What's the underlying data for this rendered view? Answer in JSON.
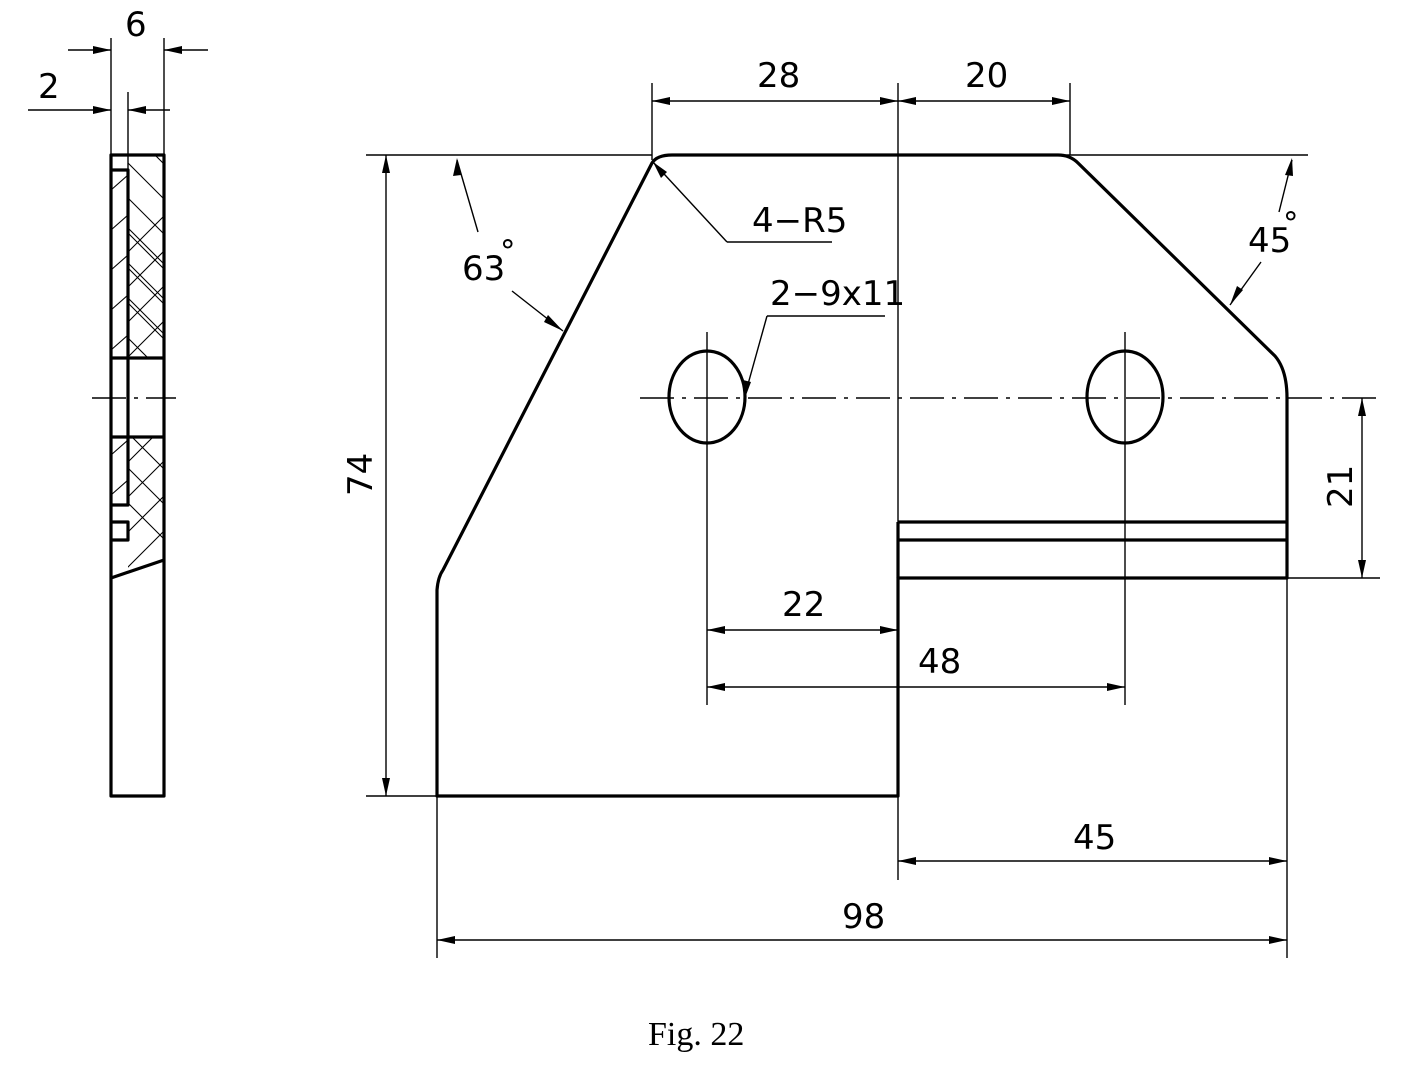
{
  "caption": "Fig. 22",
  "side_view": {
    "dims": {
      "overall_thickness": "6",
      "offset": "2"
    }
  },
  "front_view": {
    "dims": {
      "top_left": "28",
      "top_right": "20",
      "height": "74",
      "right_height": "21",
      "hole_to_step": "22",
      "hole_spacing": "48",
      "bottom_right": "45",
      "overall_width": "98"
    },
    "angles": {
      "left": "63",
      "right": "45",
      "degree_mark": "°"
    },
    "labels": {
      "fillets": "4−R5",
      "holes": "2−9x11"
    }
  }
}
